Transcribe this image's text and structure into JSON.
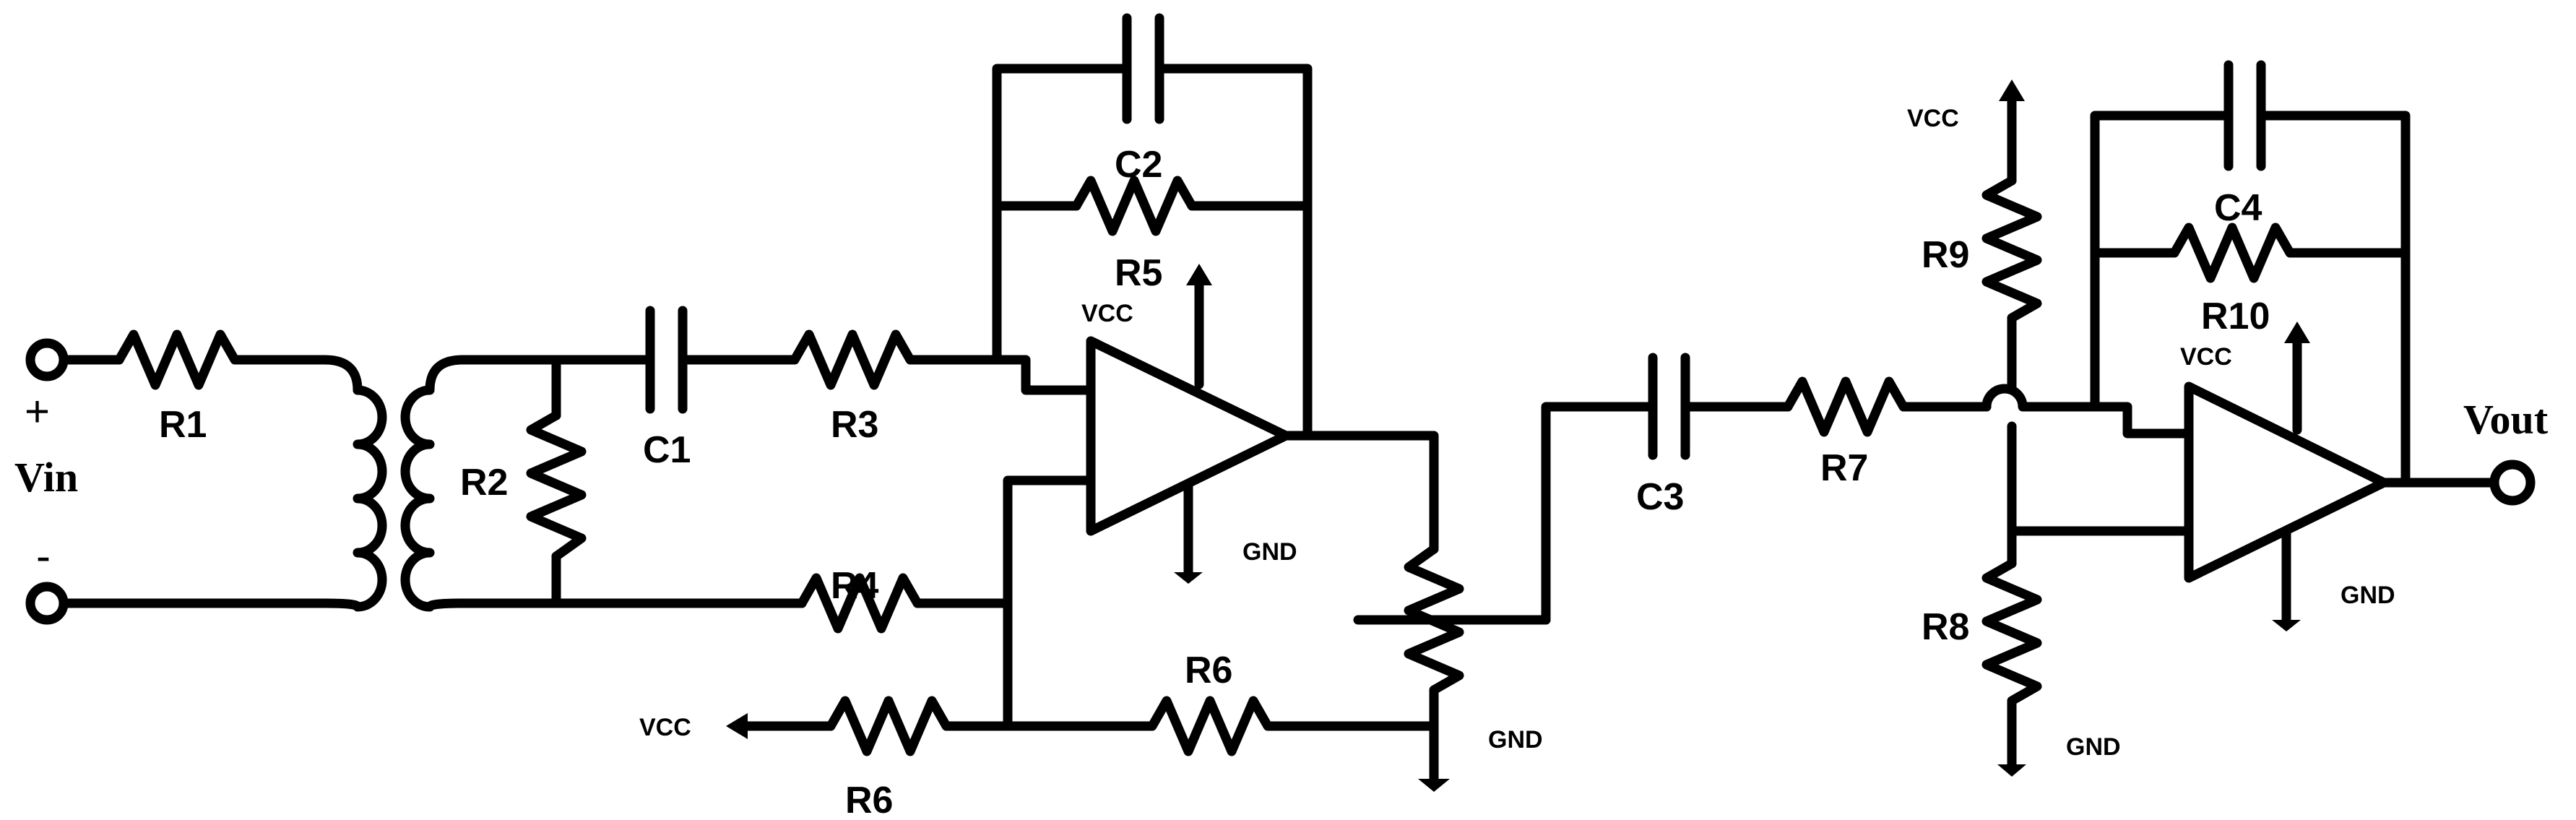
{
  "labels": {
    "vin": "Vin",
    "vin_plus": "+",
    "vin_minus": "-",
    "vout": "Vout",
    "r1": "R1",
    "r2": "R2",
    "r3": "R3",
    "r4": "R4",
    "r5": "R5",
    "r6_top": "R6",
    "r6_bottom": "R6",
    "r7": "R7",
    "r8": "R8",
    "r9": "R9",
    "r10": "R10",
    "c1": "C1",
    "c2": "C2",
    "c3": "C3",
    "c4": "C4",
    "vcc_opamp1": "VCC",
    "vcc_r6": "VCC",
    "vcc_r9": "VCC",
    "vcc_opamp2": "VCC",
    "gnd_opamp1": "GND",
    "gnd_pot": "GND",
    "gnd_r8": "GND",
    "gnd_opamp2": "GND"
  }
}
